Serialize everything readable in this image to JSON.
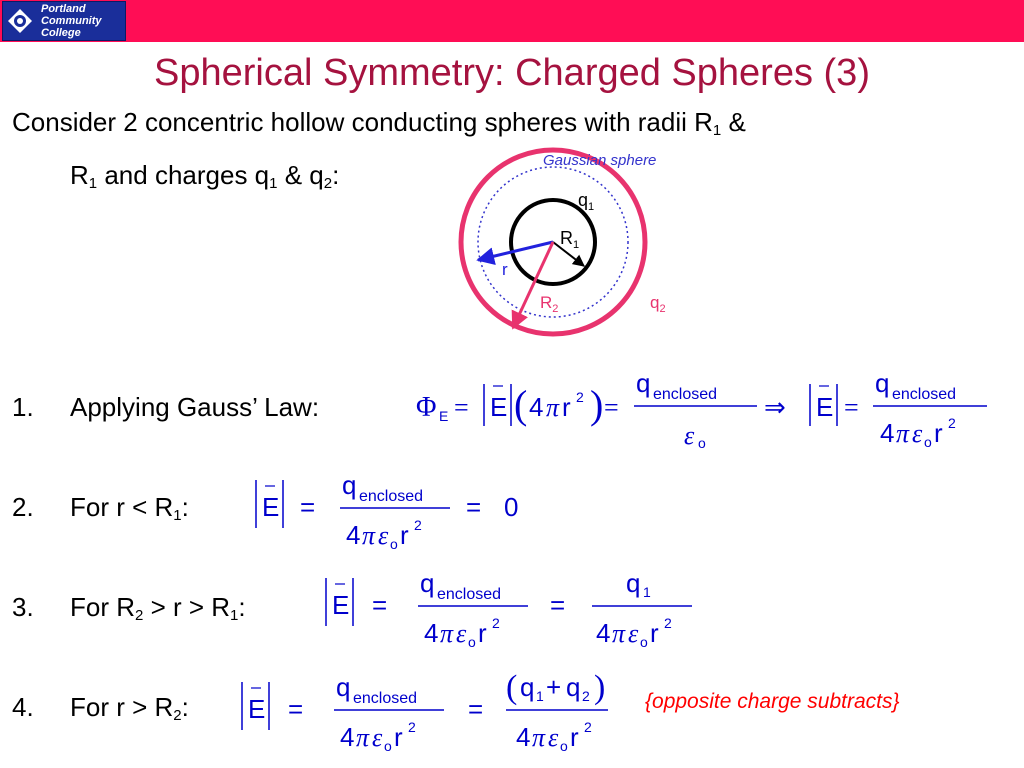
{
  "header": {
    "logo_line1": "Portland",
    "logo_line2": "Community",
    "logo_line3": "College"
  },
  "title": "Spherical Symmetry: Charged Spheres (3)",
  "intro": {
    "text_a": "Consider 2 concentric hollow conducting spheres with radii R",
    "sub_a": "1",
    "text_b": " &",
    "text_c": "R",
    "sub_c": "1",
    "text_d": " and charges q",
    "sub_d": "1",
    "text_e": " & q",
    "sub_e": "2",
    "text_f": ":"
  },
  "diagram": {
    "gaussian_label": "Gaussian sphere",
    "q1": "q",
    "q1_sub": "1",
    "R1": "R",
    "R1_sub": "1",
    "r": "r",
    "R2": "R",
    "R2_sub": "2",
    "q2": "q",
    "q2_sub": "2",
    "colors": {
      "outer": "#e8336e",
      "inner": "#000000",
      "gaussian": "#3333cc",
      "r_arrow": "#2222dd"
    }
  },
  "items": [
    {
      "num": "1.",
      "label": "Applying Gauss’ Law:"
    },
    {
      "num": "2.",
      "label_a": "For r < R",
      "sub": "1",
      "label_b": ":"
    },
    {
      "num": "3.",
      "label_a": "For R",
      "sub_a": "2",
      "label_b": " > r > R",
      "sub_b": "1",
      "label_c": ":"
    },
    {
      "num": "4.",
      "label_a": "For r > R",
      "sub": "2",
      "label_b": ":"
    }
  ],
  "math": {
    "phi": "Φ",
    "E_sub": "E",
    "E": "E",
    "four": "4",
    "pi": "π",
    "r": "r",
    "sq": "2",
    "q": "q",
    "enclosed": "enclosed",
    "eps": "ε",
    "o": "o",
    "zero": "0",
    "q1": "q",
    "one": "1",
    "two": "2",
    "plus": "+"
  },
  "note": "{opposite charge subtracts}"
}
